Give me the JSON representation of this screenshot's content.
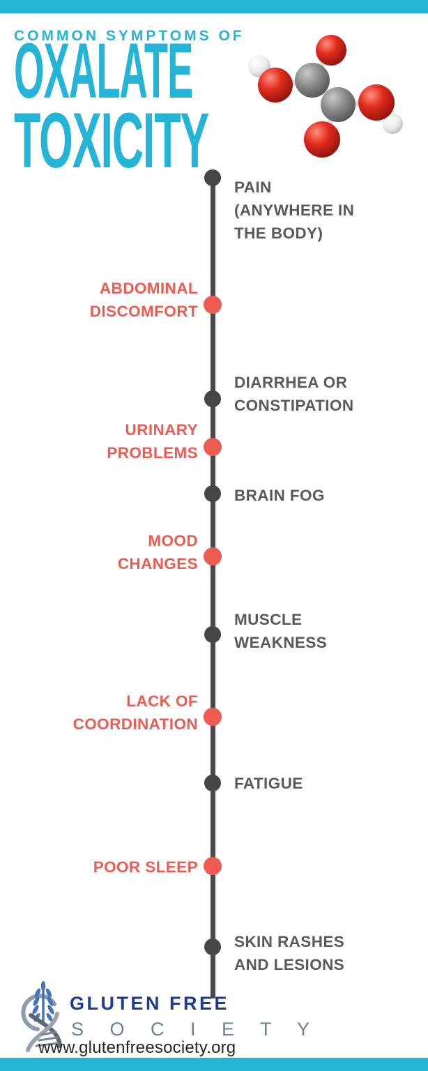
{
  "header": {
    "kicker": "COMMON SYMPTOMS OF",
    "title_line1": "OXALATE",
    "title_line2": "TOXICITY"
  },
  "molecule_icon": "oxalic-acid-ball-and-stick-model",
  "timeline": {
    "items": [
      {
        "label": "PAIN\n(ANYWHERE IN\nTHE BODY)",
        "side": "right",
        "dot_color": "gray"
      },
      {
        "label": "ABDOMINAL\nDISCOMFORT",
        "side": "left",
        "dot_color": "red"
      },
      {
        "label": "DIARRHEA OR\nCONSTIPATION",
        "side": "right",
        "dot_color": "gray"
      },
      {
        "label": "URINARY\nPROBLEMS",
        "side": "left",
        "dot_color": "red"
      },
      {
        "label": "BRAIN FOG",
        "side": "right",
        "dot_color": "gray"
      },
      {
        "label": "MOOD\nCHANGES",
        "side": "left",
        "dot_color": "red"
      },
      {
        "label": "MUSCLE\nWEAKNESS",
        "side": "right",
        "dot_color": "gray"
      },
      {
        "label": "LACK OF\nCOORDINATION",
        "side": "left",
        "dot_color": "red"
      },
      {
        "label": "FATIGUE",
        "side": "right",
        "dot_color": "gray"
      },
      {
        "label": "POOR SLEEP",
        "side": "left",
        "dot_color": "red"
      },
      {
        "label": "SKIN RASHES\nAND LESIONS",
        "side": "right",
        "dot_color": "gray"
      }
    ]
  },
  "footer": {
    "brand_line1": "GLUTEN FREE",
    "brand_line2": "S O C I E T Y",
    "website": "www.glutenfreesociety.org"
  },
  "colors": {
    "cyan": "#26b4d6",
    "accent_red": "#ee5b52",
    "symptom_text_gray": "#58595b",
    "timeline_gray": "#4a4a4c",
    "brand_navy": "#1e3b8e"
  }
}
